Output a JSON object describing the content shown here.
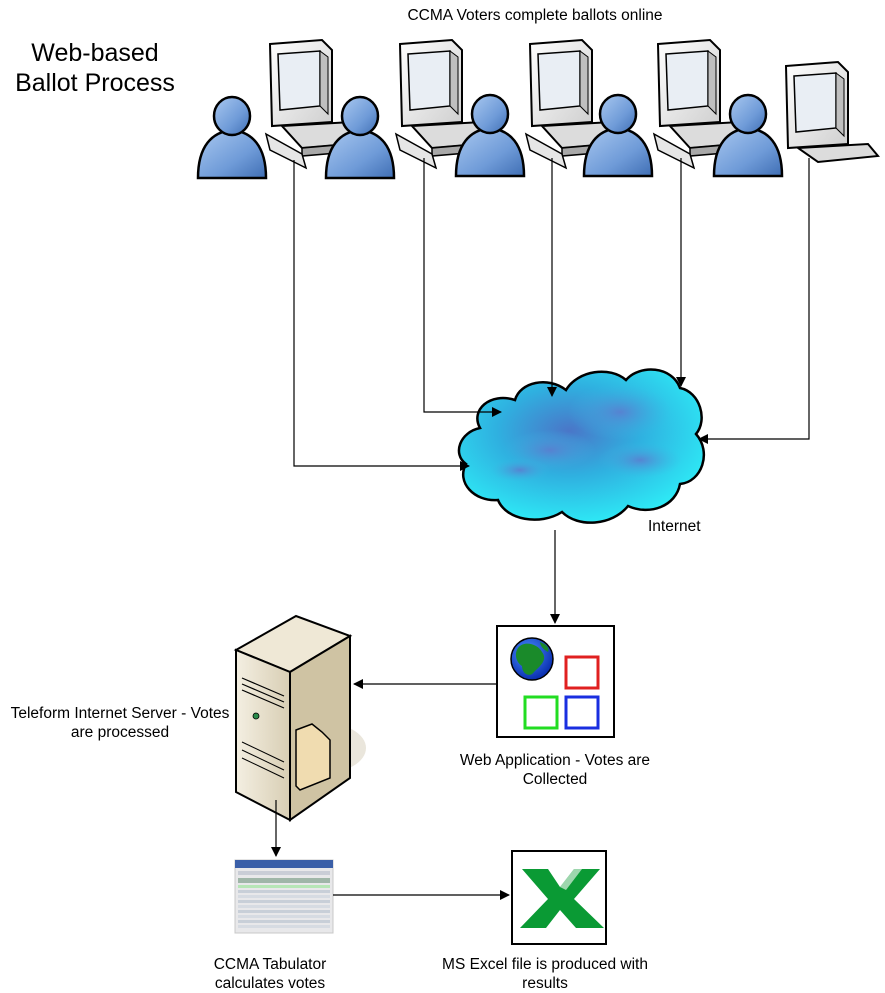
{
  "title": "Web-based Ballot Process",
  "nodes": {
    "voters": {
      "label": "CCMA Voters complete ballots online",
      "count": 5,
      "icon": "user-computer-icon"
    },
    "internet": {
      "label": "Internet",
      "icon": "cloud-icon"
    },
    "web_app": {
      "label": "Web Application - Votes are Collected",
      "icon": "web-application-icon"
    },
    "server": {
      "label": "Teleform Internet Server - Votes are processed",
      "icon": "server-icon"
    },
    "tabulator": {
      "label": "CCMA Tabulator calculates votes",
      "icon": "tabulator-screenshot-icon"
    },
    "excel": {
      "label": "MS Excel file is produced with results",
      "icon": "excel-icon"
    }
  },
  "edges": [
    {
      "from": "voters",
      "to": "internet"
    },
    {
      "from": "internet",
      "to": "web_app"
    },
    {
      "from": "web_app",
      "to": "server"
    },
    {
      "from": "server",
      "to": "tabulator"
    },
    {
      "from": "tabulator",
      "to": "excel"
    }
  ],
  "colors": {
    "user": "#6f9bd8",
    "cloud": "#33ccee",
    "excel_green": "#0a9a34",
    "web_red": "#e02020",
    "web_green": "#22dd22",
    "web_blue": "#1a2fe0"
  }
}
